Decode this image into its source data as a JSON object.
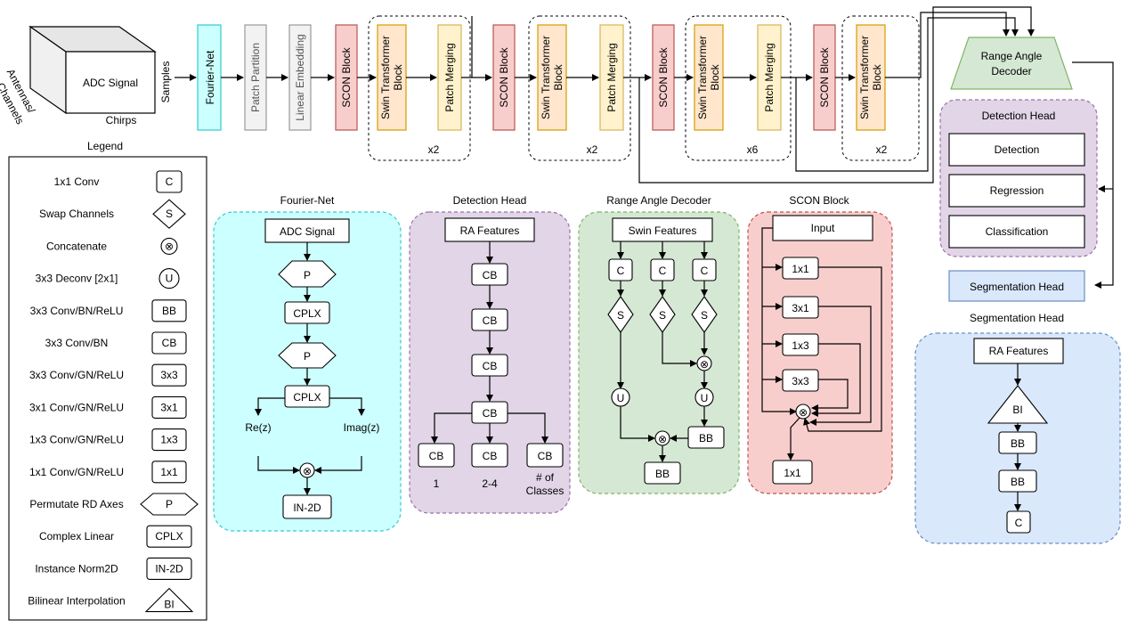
{
  "input": {
    "face_label": "ADC Signal",
    "samples": "Samples",
    "chirps": "Chirps",
    "antennas": "Antennas/",
    "channels": "Channels"
  },
  "pipeline": {
    "fourier": "Fourier-Net",
    "patch_partition": "Patch Partition",
    "linear_embedding": "Linear Embedding",
    "scon": "SCON Block",
    "swin_line1": "Swin Transformer",
    "swin_line2": "Block",
    "patch_merging": "Patch Merging",
    "mult1": "x2",
    "mult2": "x2",
    "mult3": "x6",
    "mult4": "x2"
  },
  "decoder": {
    "line1": "Range Angle",
    "line2": "Decoder"
  },
  "detection_head": {
    "title": "Detection Head",
    "items": [
      "Detection",
      "Regression",
      "Classification"
    ]
  },
  "segmentation_head_box": "Segmentation Head",
  "legend": {
    "title": "Legend",
    "items": [
      {
        "label": "1x1 Conv",
        "symbol": "C"
      },
      {
        "label": "Swap Channels",
        "symbol": "S"
      },
      {
        "label": "Concatenate",
        "symbol": "⊗"
      },
      {
        "label": "3x3 Deconv [2x1]",
        "symbol": "U"
      },
      {
        "label": "3x3 Conv/BN/ReLU",
        "symbol": "BB"
      },
      {
        "label": "3x3 Conv/BN",
        "symbol": "CB"
      },
      {
        "label": "3x3 Conv/GN/ReLU",
        "symbol": "3x3"
      },
      {
        "label": "3x1 Conv/GN/ReLU",
        "symbol": "3x1"
      },
      {
        "label": "1x3 Conv/GN/ReLU",
        "symbol": "1x3"
      },
      {
        "label": "1x1 Conv/GN/ReLU",
        "symbol": "1x1"
      },
      {
        "label": "Permutate RD Axes",
        "symbol": "P"
      },
      {
        "label": "Complex Linear",
        "symbol": "CPLX"
      },
      {
        "label": "Instance Norm2D",
        "symbol": "IN-2D"
      },
      {
        "label": "Bilinear Interpolation",
        "symbol": "BI"
      }
    ]
  },
  "fourier_panel": {
    "title": "Fourier-Net",
    "input": "ADC Signal",
    "p": "P",
    "cplx": "CPLX",
    "re": "Re(z)",
    "imag": "Imag(z)",
    "concat": "⊗",
    "out": "IN-2D"
  },
  "detection_panel": {
    "title": "Detection Head",
    "input": "RA Features",
    "cb": "CB",
    "label1": "1",
    "label2": "2-4",
    "label3a": "# of",
    "label3b": "Classes"
  },
  "rad_panel": {
    "title": "Range Angle Decoder",
    "input": "Swin Features",
    "c": "C",
    "s": "S",
    "u": "U",
    "bb": "BB",
    "concat": "⊗"
  },
  "scon_panel": {
    "title": "SCON Block",
    "input": "Input",
    "k1": "1x1",
    "k2": "3x1",
    "k3": "1x3",
    "k4": "3x3",
    "out": "1x1",
    "concat": "⊗"
  },
  "seg_panel": {
    "title": "Segmentation Head",
    "input": "RA Features",
    "bi": "BI",
    "bb": "BB",
    "c": "C"
  }
}
